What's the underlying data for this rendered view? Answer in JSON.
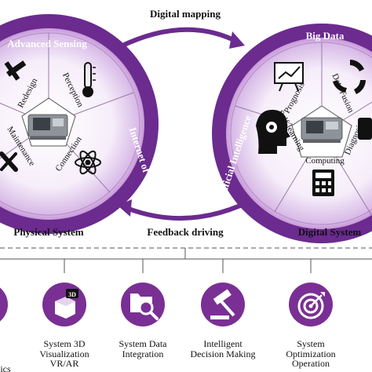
{
  "arrows": {
    "top_label": "Digital mapping",
    "bottom_label": "Feedback driving"
  },
  "physical": {
    "title": "Physical System",
    "rim_top": "Advanced Sensing",
    "rim_right": "Internet of Things",
    "segments": [
      "Redesign",
      "Perception",
      "Maintenance",
      "Connection"
    ]
  },
  "digital": {
    "title": "Digital System",
    "rim_top": "Big Data",
    "rim_left": "Artificial Intelligence",
    "segments": [
      "Prognosis",
      "Data Fusion",
      "Self-learning",
      "Diagnosis",
      "Computing"
    ]
  },
  "applications": [
    {
      "label": "ics",
      "icon": "partial-icon"
    },
    {
      "label": "System 3D Visualization VR/AR",
      "line1": "System 3D",
      "line2": "Visualization",
      "line3": "VR/AR",
      "icon": "cube-3d-icon"
    },
    {
      "label": "System Data Integration",
      "line1": "System Data",
      "line2": "Integration",
      "icon": "folder-search-icon"
    },
    {
      "label": "Intelligent Decision Making",
      "line1": "Intelligent",
      "line2": "Decision Making",
      "icon": "gavel-icon"
    },
    {
      "label": "System Optimization Operation",
      "line1": "System",
      "line2": "Optimization",
      "line3": "Operation",
      "icon": "target-icon"
    }
  ],
  "colors": {
    "purple": "#6b2b8f",
    "purple_light": "#e9d9f0",
    "icon_bg": "#7a2f94"
  }
}
